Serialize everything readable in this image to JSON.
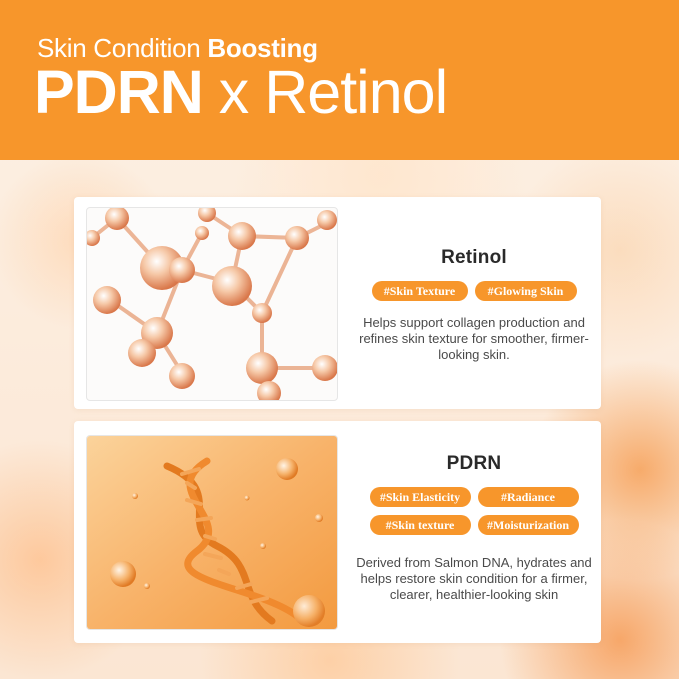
{
  "header": {
    "subtitle_regular": "Skin Condition",
    "subtitle_bold": "Boosting",
    "title_bold": "PDRN",
    "title_light": "x Retinol"
  },
  "retinol": {
    "name": "Retinol",
    "tags": [
      "#Skin Texture",
      "#Glowing Skin"
    ],
    "description": "Helps support collagen production and refines skin texture for smoother, firmer-looking skin.",
    "image": "molecule-structure"
  },
  "pdrn": {
    "name": "PDRN",
    "tags": [
      "#Skin Elasticity",
      "#Radiance",
      "#Skin texture",
      "#Moisturization"
    ],
    "description": "Derived from Salmon DNA, hydrates and helps restore skin condition for a firmer, clearer, healthier-looking skin",
    "image": "dna-helix"
  },
  "colors": {
    "brand_orange": "#f7962b",
    "header_text": "#ffffff",
    "heading_text": "#2a2a2a",
    "body_text": "#4a4a4a"
  }
}
